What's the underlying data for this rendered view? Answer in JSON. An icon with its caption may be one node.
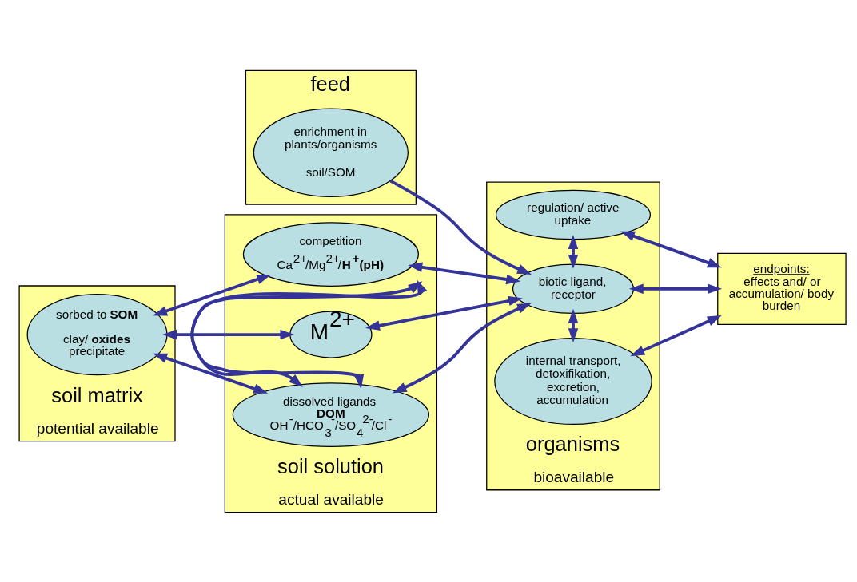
{
  "diagram": {
    "nodes": [
      {
        "text": [
          "feed"
        ]
      },
      {
        "text": [
          "enrichment in plants/organisms",
          "soil/SOM"
        ],
        "in": 0
      },
      {
        "text": [
          "soil matrix"
        ],
        "beside": [
          "potential available"
        ]
      },
      {
        "text": [
          "sorbed to **SOM**",
          "clay/ **oxides** precipitate"
        ],
        "in": 2
      },
      {
        "text": [
          "soil solution"
        ],
        "beside": [
          "actual available"
        ]
      },
      {
        "text": [
          "competition",
          "Ca$^{2+}$/Mg$^{2+}$/**H$^{+}$(pH)**"
        ],
        "in": 4
      },
      {
        "text": [
          "M$^{2+}$"
        ],
        "in": 4
      },
      {
        "text": [
          "dissolved ligands",
          "**DOM**",
          "OH$^{-}$/HCO$_{3}$$^{-}$/SO$_{4}$$^{2-}$/Cl$^{-}$"
        ],
        "in": 4
      },
      {
        "text": [
          "organisms"
        ],
        "beside": [
          "bioavailable"
        ]
      },
      {
        "text": [
          "regulation/ active uptake"
        ],
        "in": 8
      },
      {
        "text": [
          "biotic ligand, receptor"
        ],
        "in": 8
      },
      {
        "text": [
          "internal transport, detoxifikation, excretion, accumulation"
        ],
        "in": 8
      },
      {
        "text": [
          "endpoints:",
          "effects and/ or accumulation/ body burden"
        ]
      }
    ],
    "edges": [
      {
        "from": 1,
        "to": 10,
        "arrow": "to"
      },
      {
        "from": 3,
        "to": 5,
        "arrow": "both"
      },
      {
        "from": 3,
        "to": 6,
        "arrow": "both"
      },
      {
        "from": 3,
        "to": 7,
        "arrow": "both"
      },
      {
        "from": 5,
        "to": 7,
        "arrow": "both"
      },
      {
        "from": 5,
        "to": 7,
        "arrow": "both"
      },
      {
        "from": 5,
        "to": 10,
        "arrow": "both"
      },
      {
        "from": 6,
        "to": 10,
        "arrow": "both"
      },
      {
        "from": 7,
        "to": 10,
        "arrow": "both"
      },
      {
        "from": 9,
        "to": 10,
        "arrow": "both"
      },
      {
        "from": 10,
        "to": 11,
        "arrow": "both"
      },
      {
        "from": 9,
        "to": 12,
        "arrow": "both"
      },
      {
        "from": 10,
        "to": 12,
        "arrow": "both"
      },
      {
        "from": 11,
        "to": 12,
        "arrow": "both"
      }
    ]
  }
}
